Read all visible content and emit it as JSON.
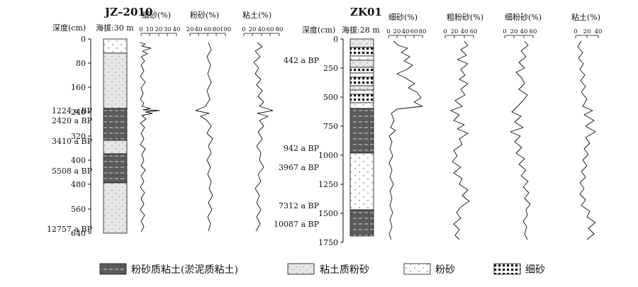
{
  "colors": {
    "ink": "#111111",
    "dark": "#5a5a5a",
    "light": "#e6e6e6",
    "white": "#ffffff"
  },
  "left": {
    "title": "JZ–2010",
    "depth_label": "深度(cm)",
    "elevation_label": "海拔:30 m",
    "depth_ticks": [
      "0",
      "80",
      "160",
      "240",
      "320",
      "400",
      "480",
      "560",
      "640"
    ],
    "ages": [
      "1224 a BP",
      "2420 a BP",
      "3410 a BP",
      "5508 a BP",
      "12757 a BP"
    ],
    "panels": [
      {
        "title": "细砂(%)",
        "ticks": [
          "0",
          "10",
          "20",
          "30",
          "40"
        ]
      },
      {
        "title": "粉砂(%)",
        "ticks": [
          "20",
          "40",
          "60",
          "80",
          "100"
        ]
      },
      {
        "title": "粘土(%)",
        "ticks": [
          "0",
          "20",
          "40",
          "60",
          "80"
        ]
      }
    ]
  },
  "right": {
    "title": "ZK01",
    "depth_label": "深度(cm)",
    "elevation_label": "海拔:28 m",
    "depth_ticks": [
      "0",
      "250",
      "500",
      "750",
      "1000",
      "1250",
      "1500",
      "1750"
    ],
    "ages": [
      "442 a BP",
      "942 a BP",
      "3967 a BP",
      "7312 a BP",
      "10087 a BP"
    ],
    "panels": [
      {
        "title": "细砂(%)",
        "ticks": [
          "0",
          "20",
          "40",
          "60",
          "80"
        ]
      },
      {
        "title": "粗粉砂(%)",
        "ticks": [
          "0",
          "20",
          "40",
          "60"
        ]
      },
      {
        "title": "细粉砂(%)",
        "ticks": [
          "0",
          "20",
          "40",
          "60"
        ]
      },
      {
        "title": "粘土(%)",
        "ticks": [
          "0",
          "20",
          "40"
        ]
      }
    ]
  },
  "legend": [
    {
      "label": "粉砂质粘土(淤泥质粘土)",
      "pattern": "dark"
    },
    {
      "label": "粘土质粉砂",
      "pattern": "light"
    },
    {
      "label": "粉砂",
      "pattern": "white"
    },
    {
      "label": "细砂",
      "pattern": "sand"
    }
  ]
}
